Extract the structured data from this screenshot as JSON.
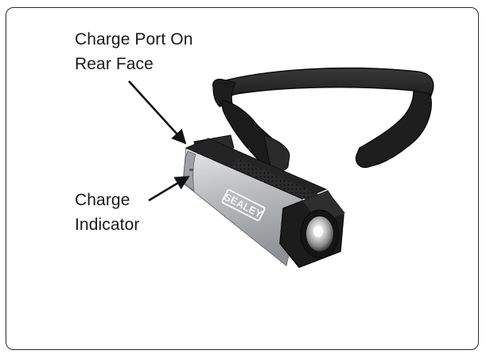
{
  "labels": {
    "charge_port": {
      "line1": "Charge Port On",
      "line2": "Rear Face"
    },
    "charge_indicator": {
      "line1": "Charge",
      "line2": "Indicator"
    }
  },
  "product": {
    "brand": "SEALEY"
  },
  "colors": {
    "body_silver": "#b9bcbf",
    "band_black": "#1e1e1e",
    "text": "#1a1a1a",
    "frame": "#2a2a2a"
  }
}
